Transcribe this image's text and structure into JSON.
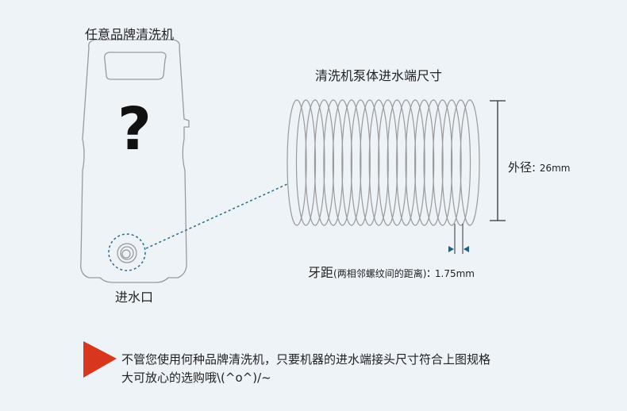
{
  "machine": {
    "title": "任意品牌清洗机",
    "question_mark": "?",
    "inlet_label": "进水口"
  },
  "pump": {
    "title": "清洗机泵体进水端尺寸",
    "outer_diameter_label": "外径:",
    "outer_diameter_value": "26mm",
    "pitch_label": "牙距",
    "pitch_note": "(两相邻螺纹间的距离)",
    "pitch_colon": ":",
    "pitch_value": "1.75mm",
    "ring_count": 20
  },
  "note": {
    "line1": "不管您使用何种品牌清洗机，只要机器的进水端接头尺寸符合上图规格",
    "line2": "大可放心的选购哦\\(^o^)/~"
  },
  "colors": {
    "background": "#eef3f8",
    "outline": "#9a9a9a",
    "dash": "#2a6a8a",
    "arrow": "#1f5f84",
    "triangle": "#d9361e"
  }
}
